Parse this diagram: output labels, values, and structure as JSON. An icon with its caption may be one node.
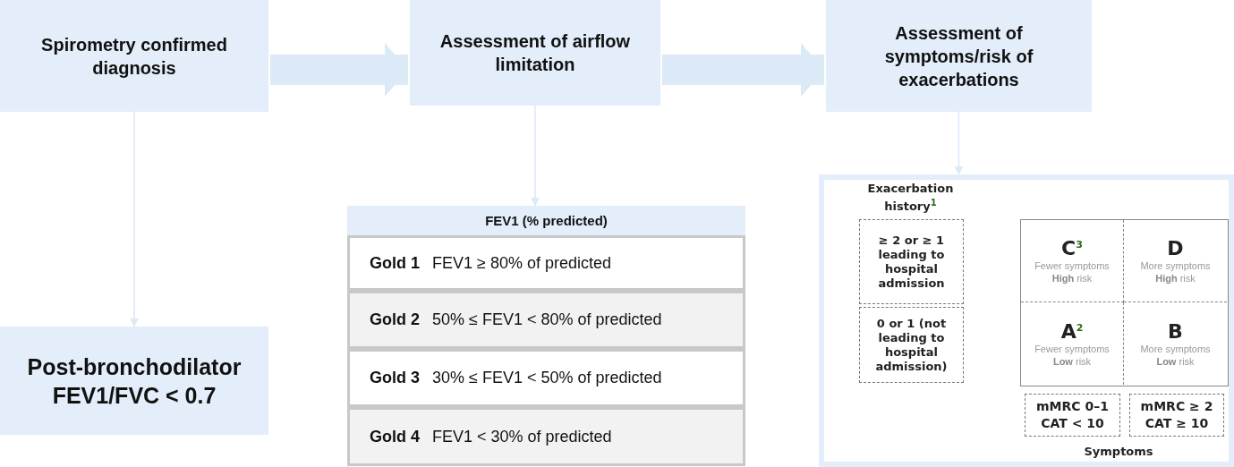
{
  "diagram": {
    "nodes": [
      {
        "text": [
          "Spirometry confirmed diagnosis"
        ]
      },
      {
        "text": [
          "Assessment of airflow limitation"
        ]
      },
      {
        "text": [
          "Assessment of symptoms/risk of exacerbations"
        ]
      },
      {
        "text": [
          "Post-bronchodilator FEV1/FVC < 0.7"
        ]
      },
      {
        "text": [
          "FEV1 (% predicted)"
        ]
      },
      {
        "text": [
          "Gold 1",
          "FEV1 ≥ 80% of predicted"
        ],
        "in": 4
      },
      {
        "text": [
          "Gold 2",
          "50% ≤ FEV1 < 80% of predicted"
        ],
        "in": 4
      },
      {
        "text": [
          "Gold 3",
          "30% ≤ FEV1 < 50% of predicted"
        ],
        "in": 4
      },
      {
        "text": [
          "Gold 4",
          "FEV1 < 30% of predicted"
        ],
        "in": 4
      },
      {
        "text": [],
        "shape": "box"
      },
      {
        "text": [
          "≥ 2 or ≥ 1 leading to hospital admission"
        ],
        "in": 9
      },
      {
        "text": [
          "0 or 1 (not leading to hospital admission)"
        ],
        "in": 9
      },
      {
        "text": [
          "C$^{3}$",
          "Fewer symptoms **High** risk"
        ],
        "in": 9
      },
      {
        "text": [
          "D",
          "More symptoms **High** risk"
        ],
        "in": 9
      },
      {
        "text": [
          "A$^{2}$",
          "Fewer symptoms **Low** risk"
        ],
        "in": 9
      },
      {
        "text": [
          "B",
          "More symptoms **Low** risk"
        ],
        "in": 9
      },
      {
        "text": [
          "mMRC 0–1 CAT < 10"
        ],
        "in": 9
      },
      {
        "text": [
          "mMRC ≥ 2 CAT ≥ 10"
        ],
        "in": 9
      }
    ],
    "edges": [
      {
        "from": 0,
        "to": 1,
        "arrow": "to",
        "style": "thick"
      },
      {
        "from": 1,
        "to": 2,
        "arrow": "to",
        "style": "thick"
      },
      {
        "from": 0,
        "to": 3,
        "arrow": "to"
      },
      {
        "from": 1,
        "to": 4,
        "arrow": "to"
      },
      {
        "from": 2,
        "to": 9,
        "arrow": "to"
      }
    ],
    "labels": [
      "Exacerbation history$^{1}$",
      "Symptoms"
    ]
  }
}
